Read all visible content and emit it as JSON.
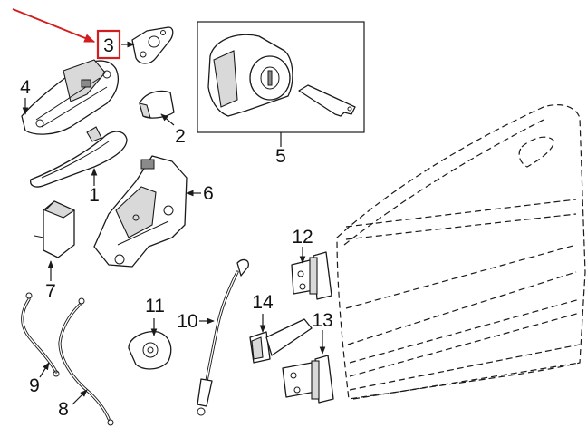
{
  "callouts": {
    "c1": "1",
    "c2": "2",
    "c3": "3",
    "c4": "4",
    "c5": "5",
    "c6": "6",
    "c7": "7",
    "c8": "8",
    "c9": "9",
    "c10": "10",
    "c11": "11",
    "c12": "12",
    "c13": "13",
    "c14": "14"
  },
  "highlight": {
    "callout": "3",
    "color": "#d21e1e"
  },
  "colors": {
    "line": "#1a1a1a",
    "background": "#ffffff"
  }
}
